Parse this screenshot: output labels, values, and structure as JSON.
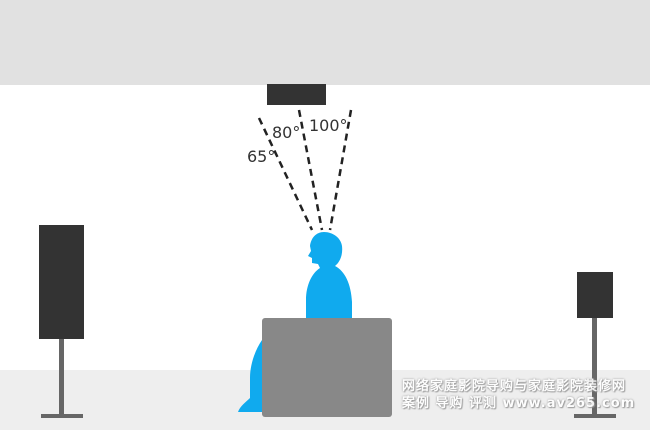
{
  "colors": {
    "ceiling": "#e1e1e1",
    "floor": "#eeeeee",
    "speaker": "#333333",
    "person": "#10aaee",
    "seat": "#888888"
  },
  "angles": [
    {
      "label": "65°"
    },
    {
      "label": "80°"
    },
    {
      "label": "100°"
    }
  ],
  "watermark": {
    "line1": "网络家庭影院导购与家庭影院装修网",
    "line2": "案例 导购 评测 www.av265.com"
  }
}
